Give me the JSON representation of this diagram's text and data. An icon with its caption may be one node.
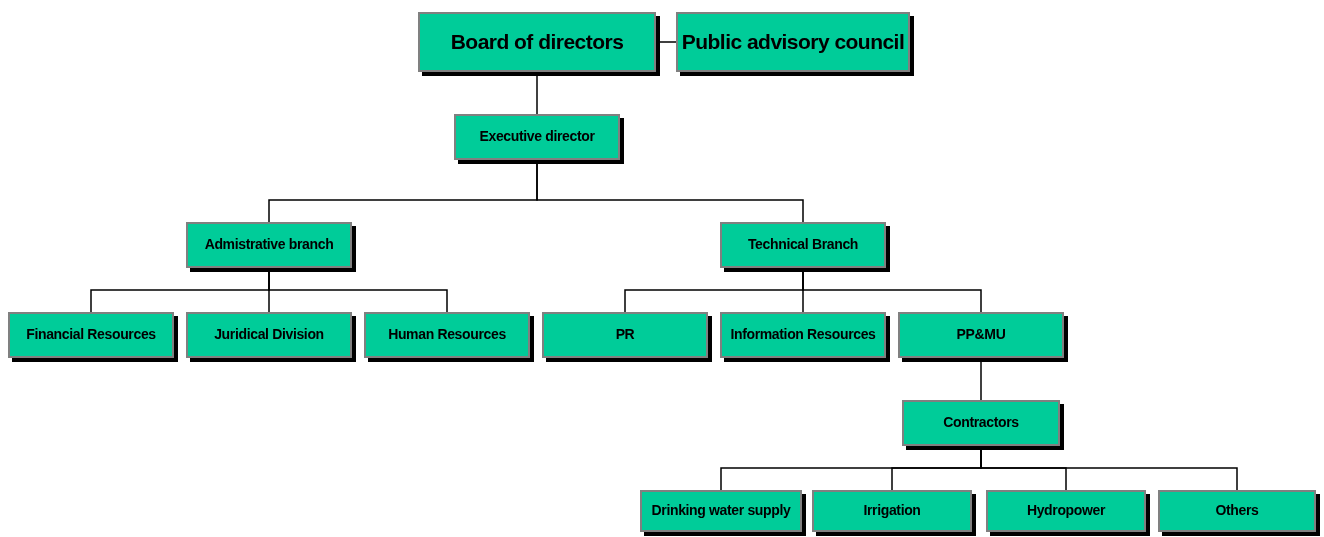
{
  "diagram": {
    "nodes": [
      {
        "text": [
          "Board of directors"
        ]
      },
      {
        "text": [
          "Public advisory council"
        ]
      },
      {
        "text": [
          "Executive director"
        ]
      },
      {
        "text": [
          "Admistrative branch"
        ]
      },
      {
        "text": [
          "Technical Branch"
        ]
      },
      {
        "text": [
          "Financial Resources"
        ]
      },
      {
        "text": [
          "Juridical Division"
        ]
      },
      {
        "text": [
          "Human Resources"
        ]
      },
      {
        "text": [
          "PR"
        ]
      },
      {
        "text": [
          "Information Resources"
        ]
      },
      {
        "text": [
          "PP&MU"
        ]
      },
      {
        "text": [
          "Contractors"
        ]
      },
      {
        "text": [
          "Drinking water supply"
        ]
      },
      {
        "text": [
          "Irrigation"
        ]
      },
      {
        "text": [
          "Hydropower"
        ]
      },
      {
        "text": [
          "Others"
        ]
      }
    ],
    "edges": [
      {
        "from": 0,
        "to": 1,
        "arrow": "none"
      },
      {
        "from": 0,
        "to": 2,
        "arrow": "none"
      },
      {
        "from": 2,
        "to": 3,
        "arrow": "none"
      },
      {
        "from": 2,
        "to": 4,
        "arrow": "none"
      },
      {
        "from": 3,
        "to": 5,
        "arrow": "none"
      },
      {
        "from": 3,
        "to": 6,
        "arrow": "none"
      },
      {
        "from": 3,
        "to": 7,
        "arrow": "none"
      },
      {
        "from": 4,
        "to": 8,
        "arrow": "none"
      },
      {
        "from": 4,
        "to": 9,
        "arrow": "none"
      },
      {
        "from": 4,
        "to": 10,
        "arrow": "none"
      },
      {
        "from": 10,
        "to": 11,
        "arrow": "none"
      },
      {
        "from": 11,
        "to": 12,
        "arrow": "none"
      },
      {
        "from": 11,
        "to": 13,
        "arrow": "none"
      },
      {
        "from": 11,
        "to": 14,
        "arrow": "none"
      },
      {
        "from": 11,
        "to": 15,
        "arrow": "none"
      }
    ]
  }
}
